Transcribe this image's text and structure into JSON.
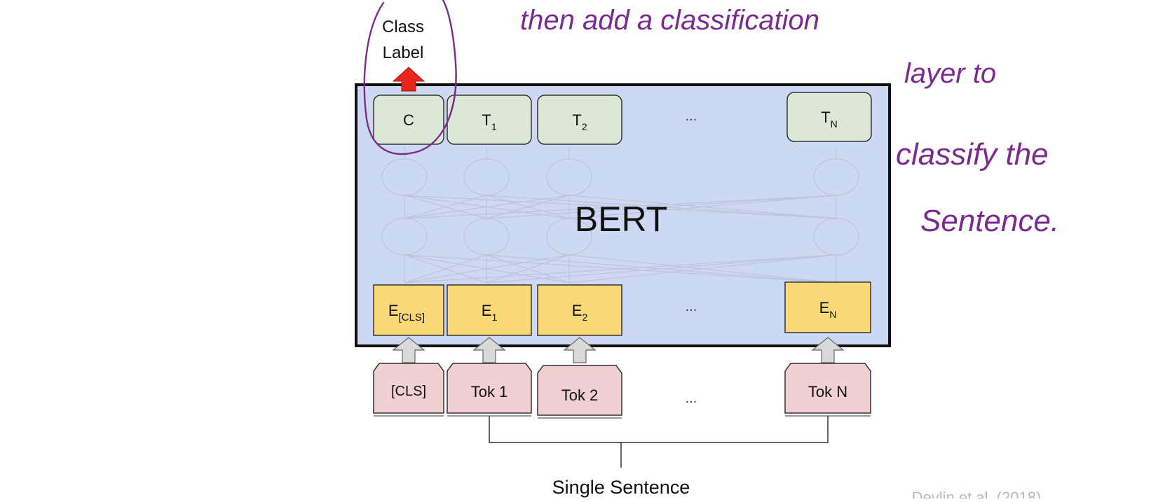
{
  "class_label": {
    "line1": "Class",
    "line2": "Label"
  },
  "model": {
    "name": "BERT"
  },
  "outputs": {
    "c": "C",
    "t1": {
      "base": "T",
      "sub": "1"
    },
    "t2": {
      "base": "T",
      "sub": "2"
    },
    "tn": {
      "base": "T",
      "sub": "N"
    },
    "ellipsis": "..."
  },
  "embeddings": {
    "cls": {
      "base": "E",
      "sub": "[CLS]"
    },
    "e1": {
      "base": "E",
      "sub": "1"
    },
    "e2": {
      "base": "E",
      "sub": "2"
    },
    "en": {
      "base": "E",
      "sub": "N"
    },
    "ellipsis": "..."
  },
  "tokens": {
    "cls": "[CLS]",
    "tok1": "Tok 1",
    "tok2": "Tok 2",
    "tokn": "Tok N",
    "ellipsis": "..."
  },
  "input_label": "Single Sentence",
  "citation": "Devlin et al. (2018)",
  "colors": {
    "bert_box": "#cdd9f2",
    "output_box": "#dbe8d6",
    "embedding_box": "#f9d877",
    "token_box": "#f0d0d0",
    "class_arrow": "#e8261c",
    "gray_arrow": "#d9d9d9",
    "annotation_ink": "#7b2b8f"
  },
  "annotation": {
    "line1": "then add a classification",
    "line2": "layer to",
    "line3": "classify the",
    "line4": "Sentence."
  }
}
